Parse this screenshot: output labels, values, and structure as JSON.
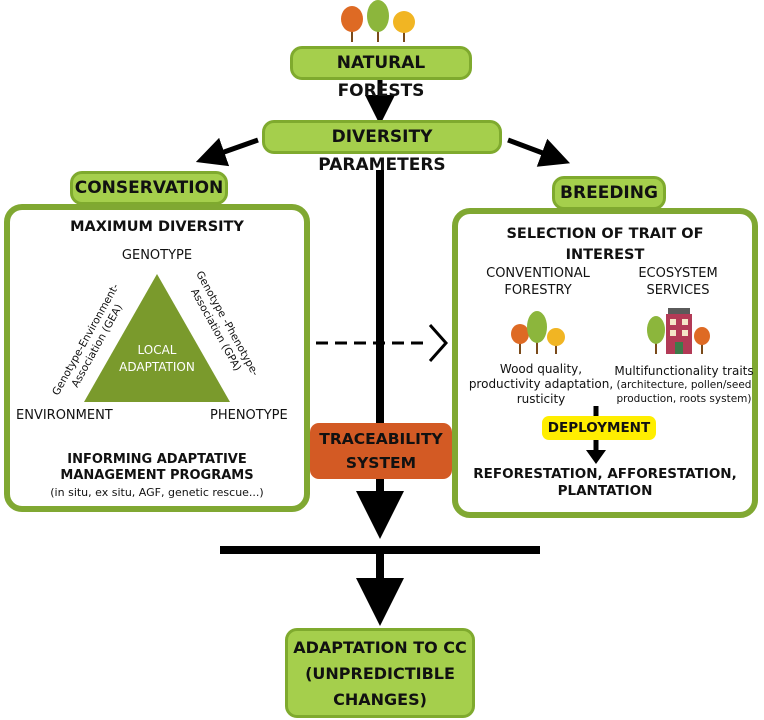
{
  "top": {
    "natural_forests": "NATURAL FORESTS",
    "diversity_parameters": "DIVERSITY PARAMETERS"
  },
  "conservation": {
    "title": "CONSERVATION",
    "heading": "MAXIMUM DIVERSITY",
    "genotype": "GENOTYPE",
    "environment": "ENVIRONMENT",
    "phenotype": "PHENOTYPE",
    "gea_line1": "Genotype-Environment-",
    "gea_line2": "Association (GEA)",
    "gpa_line1": "Genotype -Phenotype-",
    "gpa_line2": "Association (GPA)",
    "local_line1": "LOCAL",
    "local_line2": "ADAPTATION",
    "informing_line1": "INFORMING ADAPTATIVE",
    "informing_line2": "MANAGEMENT PROGRAMS",
    "programs": "(in situ, ex situ, AGF, genetic rescue...)"
  },
  "traceability": {
    "line1": "TRACEABILITY",
    "line2": "SYSTEM"
  },
  "breeding": {
    "title": "BREEDING",
    "heading_line1": "SELECTION OF TRAIT OF",
    "heading_line2": "INTEREST",
    "conv_line1": "CONVENTIONAL",
    "conv_line2": "FORESTRY",
    "eco_line1": "ECOSYSTEM",
    "eco_line2": "SERVICES",
    "wood_line1": "Wood quality,",
    "wood_line2": "productivity adaptation,",
    "wood_line3": "rusticity",
    "multi_line1": "Multifunctionality traits",
    "multi_line2": "(architecture, pollen/seed",
    "multi_line3": "production, roots system)",
    "deployment": "DEPLOYMENT",
    "refor_line1": "REFORESTATION, AFFORESTATION,",
    "refor_line2": "PLANTATION"
  },
  "bottom": {
    "line1": "ADAPTATION TO CC",
    "line2": "(UNPREDICTIBLE",
    "line3": "CHANGES)"
  },
  "colors": {
    "green_fill": "#a5cf4c",
    "green_border": "#80a832",
    "triangle": "#7a9a2c",
    "orange": "#d35a24",
    "yellow": "#ffee00"
  },
  "icons": [
    "tree-group-icon",
    "tree-group-small-icon",
    "house-with-trees-icon"
  ]
}
